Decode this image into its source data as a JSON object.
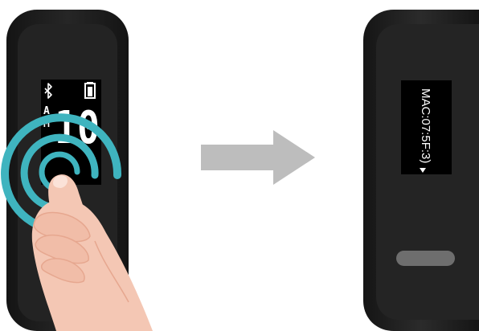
{
  "left_band": {
    "screen": {
      "ampm_top": "A",
      "ampm_bottom": "M",
      "time_hour": "10",
      "bluetooth_icon": "bluetooth-icon",
      "battery_icon": "battery-icon"
    },
    "gesture": "touch-and-hold"
  },
  "arrow": {
    "direction": "right",
    "color": "#bdbdbd"
  },
  "right_band": {
    "screen": {
      "mac_text": "MAC:07:5F:3)",
      "scroll_indicator": "triangle-down-icon"
    }
  },
  "colors": {
    "band_body": "#1e1e1e",
    "band_inner": "#2a2a2a",
    "screen_bg": "#000000",
    "ripple": "#3fb4bf",
    "skin": "#f4c7b4",
    "skin_shadow": "#e6a78f",
    "button": "#6a6a6a"
  }
}
